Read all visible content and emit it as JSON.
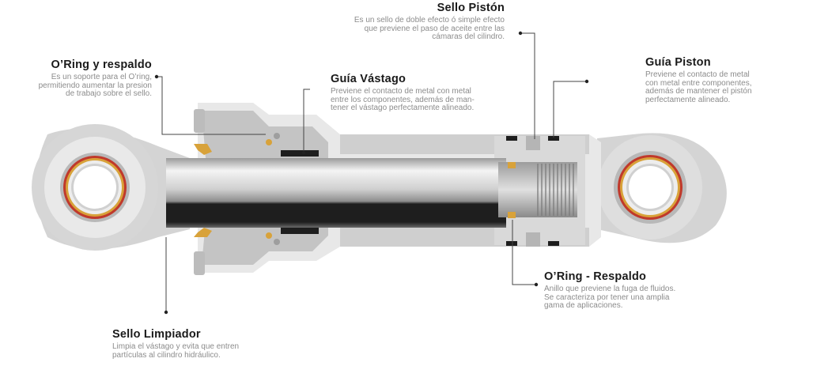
{
  "callouts": {
    "sello_piston": {
      "title": "Sello Pistón",
      "desc": [
        "Es un sello de doble efecto ó simple efecto",
        "que previene el paso de aceite entre las",
        "cámaras del cilindro."
      ]
    },
    "oring_respaldo_top": {
      "title": "O’Ring y respaldo",
      "desc": [
        "Es un soporte para el O’ring,",
        "permitiendo aumentar la presion",
        "de trabajo sobre el sello."
      ]
    },
    "guia_vastago": {
      "title": "Guía Vástago",
      "desc": [
        "Previene el contacto de metal con metal",
        "entre los componentes, además de man-",
        "tener el vástago perfectamente alineado."
      ]
    },
    "guia_piston": {
      "title": "Guía Piston",
      "desc": [
        "Previene el contacto de metal",
        "con metal entre componentes,",
        "además de mantener el pistón",
        "perfectamente alineado."
      ]
    },
    "oring_respaldo_bottom": {
      "title": "O’Ring - Respaldo",
      "desc": [
        "Anillo que previene la fuga de fluidos.",
        "Se caracteriza por tener una amplia",
        "gama de aplicaciones."
      ]
    },
    "sello_limpiador": {
      "title": "Sello Limpiador",
      "desc": [
        "Limpia el vástago y evita que entren",
        "partículas al cilindro hidráulico."
      ]
    }
  },
  "colors": {
    "body": "#e6e6e6",
    "body_dark": "#b8b8b8",
    "rod_dark": "#1e1e1e",
    "seal_red": "#c0392b",
    "seal_gold": "#d8a23a",
    "leader": "#444444"
  }
}
